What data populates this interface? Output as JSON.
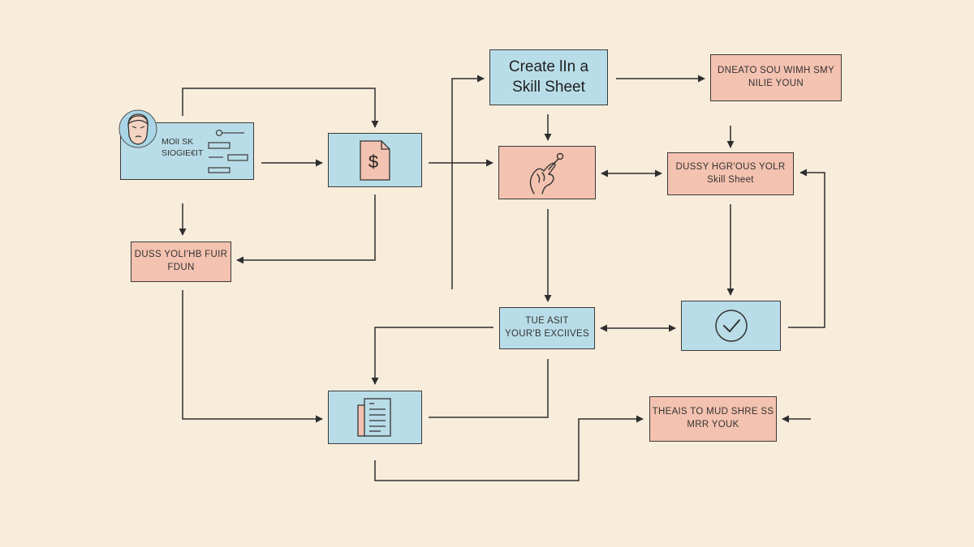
{
  "nodes": {
    "profile": {
      "text": "MOlI SK\nSIOGIE€IT"
    },
    "payment": {
      "icon": "dollar-document-icon"
    },
    "create": {
      "text": "Create lIn a\nSkill Sheet"
    },
    "dneato": {
      "text": "DNEATO SOU WIMH SMY\nNILIE YOUN"
    },
    "hand": {
      "icon": "hand-pointer-icon"
    },
    "dussy_skill": {
      "text": "DUSSY HGR'OUS YOLR\nSkill Sheet"
    },
    "dussy_foun": {
      "text": "DUSS YOLI'HB FUIR\nFDUN"
    },
    "tue": {
      "text": "TUE ASIT\nYOUR'B EXCIIVES"
    },
    "check": {
      "icon": "check-circle-icon"
    },
    "docs": {
      "icon": "documents-icon"
    },
    "theas": {
      "text": "THEAIS TO MUD SHRE SS\nMRR YOUK"
    }
  },
  "colors": {
    "background": "#f8ecdb",
    "blue_box": "#b9dde8",
    "pink_box": "#f4c2b0",
    "line": "#2e2e2e"
  }
}
